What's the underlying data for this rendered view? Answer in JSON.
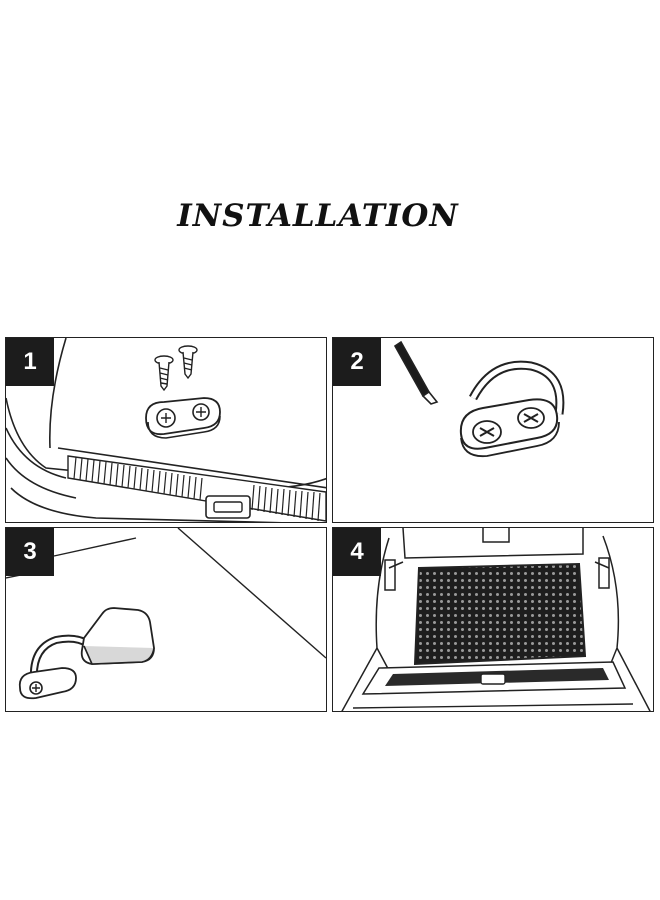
{
  "title": "INSTALLATION",
  "steps": [
    {
      "number": "1"
    },
    {
      "number": "2"
    },
    {
      "number": "3"
    },
    {
      "number": "4"
    }
  ]
}
